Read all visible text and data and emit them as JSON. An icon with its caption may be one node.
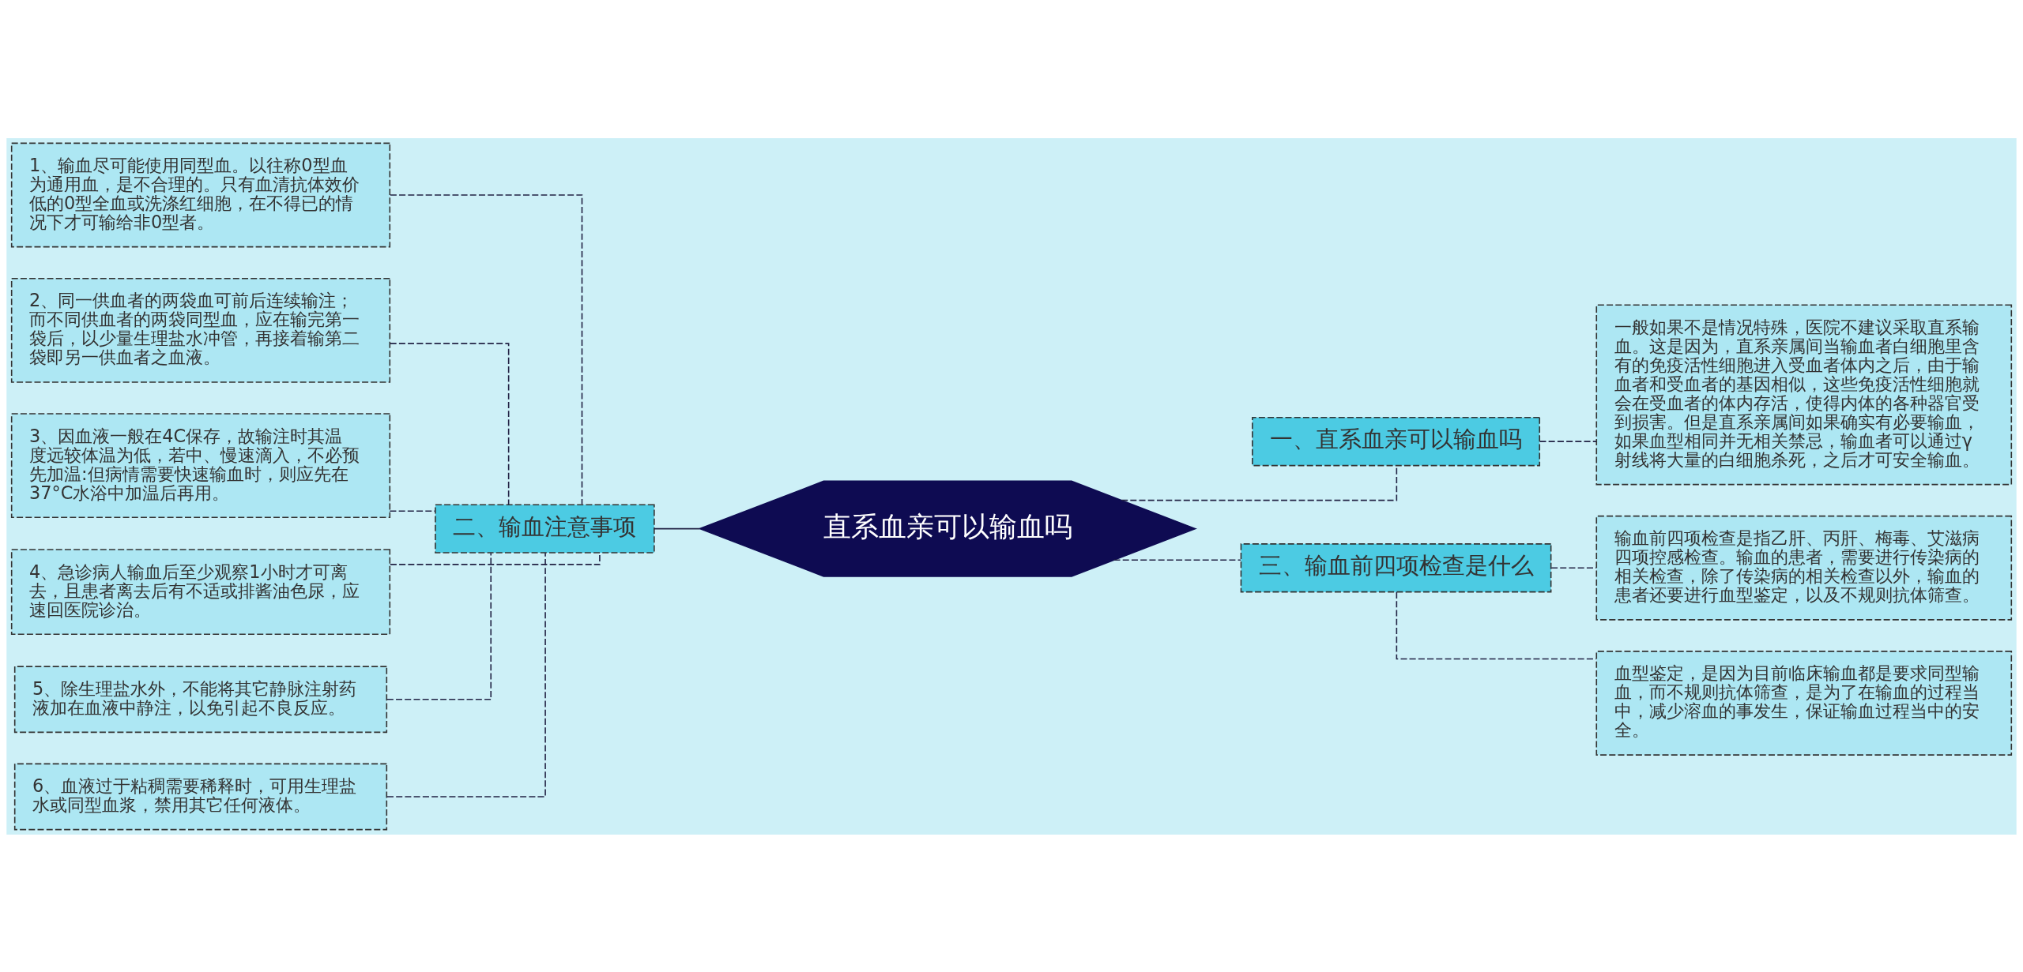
{
  "diagram": {
    "nodes": [
      {
        "text": [
          "直系血亲可以输血吗"
        ]
      },
      {
        "text": [
          "一、直系血亲可以输血吗"
        ]
      },
      {
        "text": [
          "一般如果不是情况特殊，医院不建议采取直系输血。这是因为，直系亲属间当输血者白细胞里含有的免疫活性细胞进入受血者体内之后，由于输血者和受血者的基因相似，这些免疫活性细胞就会在受血者的体内存活，使得内体的各种器官受到损害。但是直系亲属间如果确实有必要输血，如果血型相同并无相关禁忌，输血者可以通过γ射线将大量的白细胞杀死，之后才可安全输血。"
        ]
      },
      {
        "text": [
          "二、输血注意事项"
        ]
      },
      {
        "text": [
          "1、输血尽可能使用同型血。以往称0型血为通用血，是不合理的。只有血清抗体效价低的0型全血或洗涤红细胞，在不得已的情况下才可输给非0型者。"
        ]
      },
      {
        "text": [
          "2、同一供血者的两袋血可前后连续输注；而不同供血者的两袋同型血，应在输完第一袋后，以少量生理盐水冲管，再接着输第二袋即另一供血者之血液。"
        ]
      },
      {
        "text": [
          "3、因血液一般在4C保存，故输注时其温度远较体温为低，若中、慢速滴入，不必预先加温:但病情需要快速输血时，则应先在37°C水浴中加温后再用。"
        ]
      },
      {
        "text": [
          "4、急诊病人输血后至少观察1小时才可离去，且患者离去后有不适或排酱油色尿，应速回医院诊治。"
        ]
      },
      {
        "text": [
          "5、除生理盐水外，不能将其它静脉注射药液加在血液中静注，以免引起不良反应。"
        ]
      },
      {
        "text": [
          "6、血液过于粘稠需要稀释时，可用生理盐水或同型血浆，禁用其它任何液体。"
        ]
      },
      {
        "text": [
          "三、输血前四项检查是什么"
        ]
      },
      {
        "text": [
          "输血前四项检查是指乙肝、丙肝、梅毒、艾滋病四项控感检查。输血的患者，需要进行传染病的相关检查，除了传染病的相关检查以外，输血的患者还要进行血型鉴定，以及不规则抗体筛查。"
        ]
      },
      {
        "text": [
          "血型鉴定，是因为目前临床输血都是要求同型输血，而不规则抗体筛查，是为了在输血的过程当中，减少溶血的事发生，保证输血过程当中的安全。"
        ]
      }
    ],
    "edges": [
      {
        "from": 0,
        "to": 1,
        "arrow": "none",
        "style": "dashed"
      },
      {
        "from": 1,
        "to": 2,
        "arrow": "none",
        "style": "dashed"
      },
      {
        "from": 0,
        "to": 3,
        "arrow": "none"
      },
      {
        "from": 3,
        "to": 4,
        "arrow": "none",
        "style": "dashed"
      },
      {
        "from": 3,
        "to": 5,
        "arrow": "none",
        "style": "dashed"
      },
      {
        "from": 3,
        "to": 6,
        "arrow": "none",
        "style": "dashed"
      },
      {
        "from": 3,
        "to": 7,
        "arrow": "none",
        "style": "dashed"
      },
      {
        "from": 3,
        "to": 8,
        "arrow": "none",
        "style": "dashed"
      },
      {
        "from": 3,
        "to": 9,
        "arrow": "none",
        "style": "dashed"
      },
      {
        "from": 0,
        "to": 10,
        "arrow": "none",
        "style": "dashed"
      },
      {
        "from": 10,
        "to": 11,
        "arrow": "none",
        "style": "dashed"
      },
      {
        "from": 10,
        "to": 12,
        "arrow": "none",
        "style": "dashed"
      }
    ]
  }
}
